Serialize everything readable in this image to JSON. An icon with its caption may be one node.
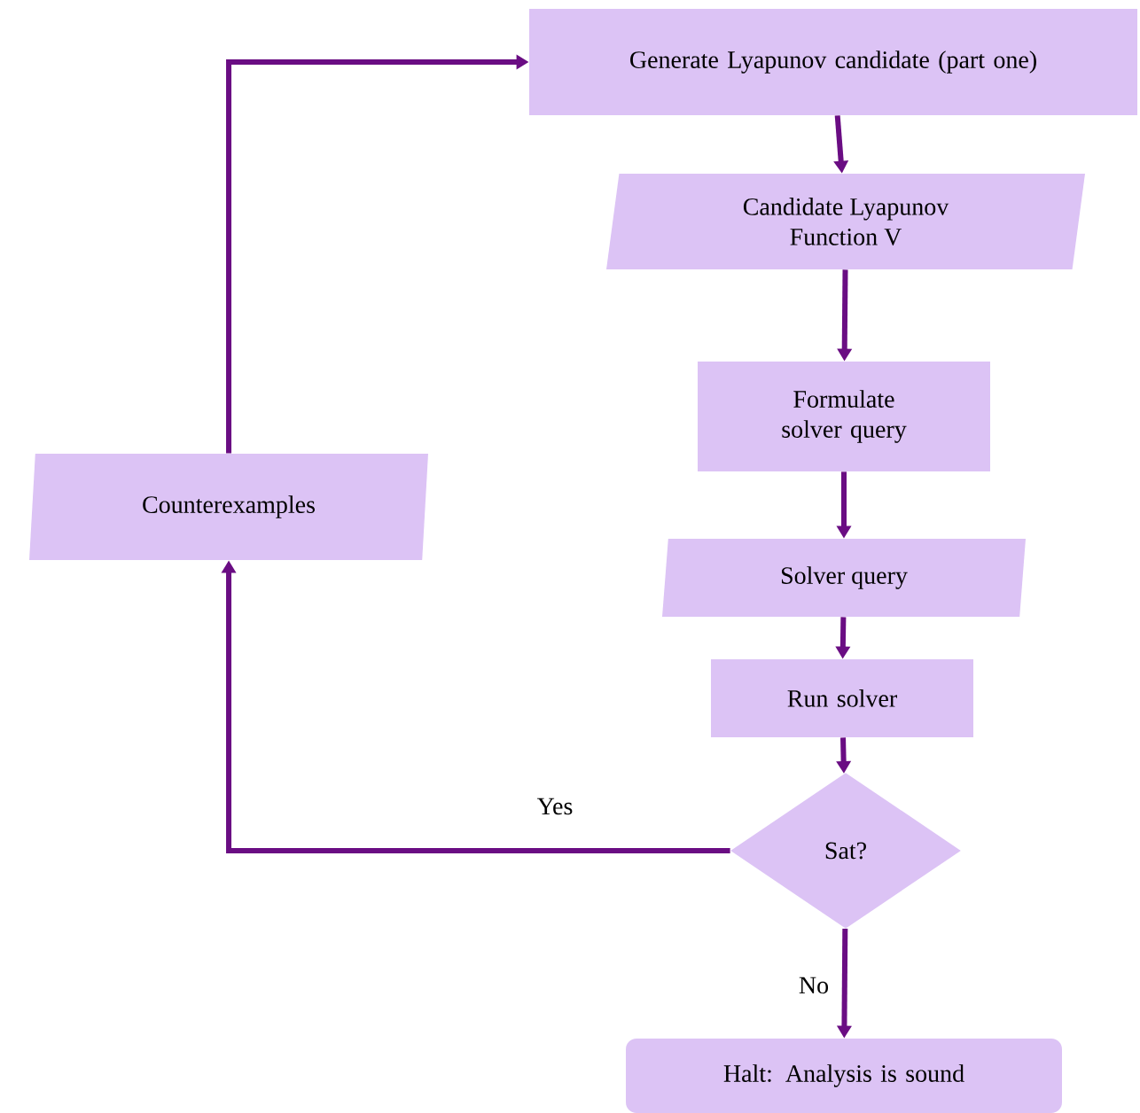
{
  "diagram": {
    "nodes": [
      {
        "text": [
          "Generate Lyapunov candidate (part one)"
        ]
      },
      {
        "text": [
          "Candidate Lyapunov Function V"
        ]
      },
      {
        "text": [
          "Formulate solver query"
        ]
      },
      {
        "text": [
          "Solver query"
        ]
      },
      {
        "text": [
          "Run solver"
        ]
      },
      {
        "text": [
          "Sat?"
        ]
      },
      {
        "text": [
          "Halt: Analysis is sound"
        ]
      },
      {
        "text": [
          "Counterexamples"
        ]
      }
    ],
    "edges": [
      {
        "from": 0,
        "to": 1,
        "arrow": "to"
      },
      {
        "from": 1,
        "to": 2,
        "arrow": "to"
      },
      {
        "from": 2,
        "to": 3,
        "arrow": "to"
      },
      {
        "from": 3,
        "to": 4,
        "arrow": "to"
      },
      {
        "from": 4,
        "to": 5,
        "arrow": "to"
      },
      {
        "from": 5,
        "to": 6,
        "arrow": "to",
        "label": "No"
      },
      {
        "from": 5,
        "to": 7,
        "arrow": "to",
        "label": "Yes"
      },
      {
        "from": 7,
        "to": 0,
        "arrow": "to"
      }
    ]
  }
}
